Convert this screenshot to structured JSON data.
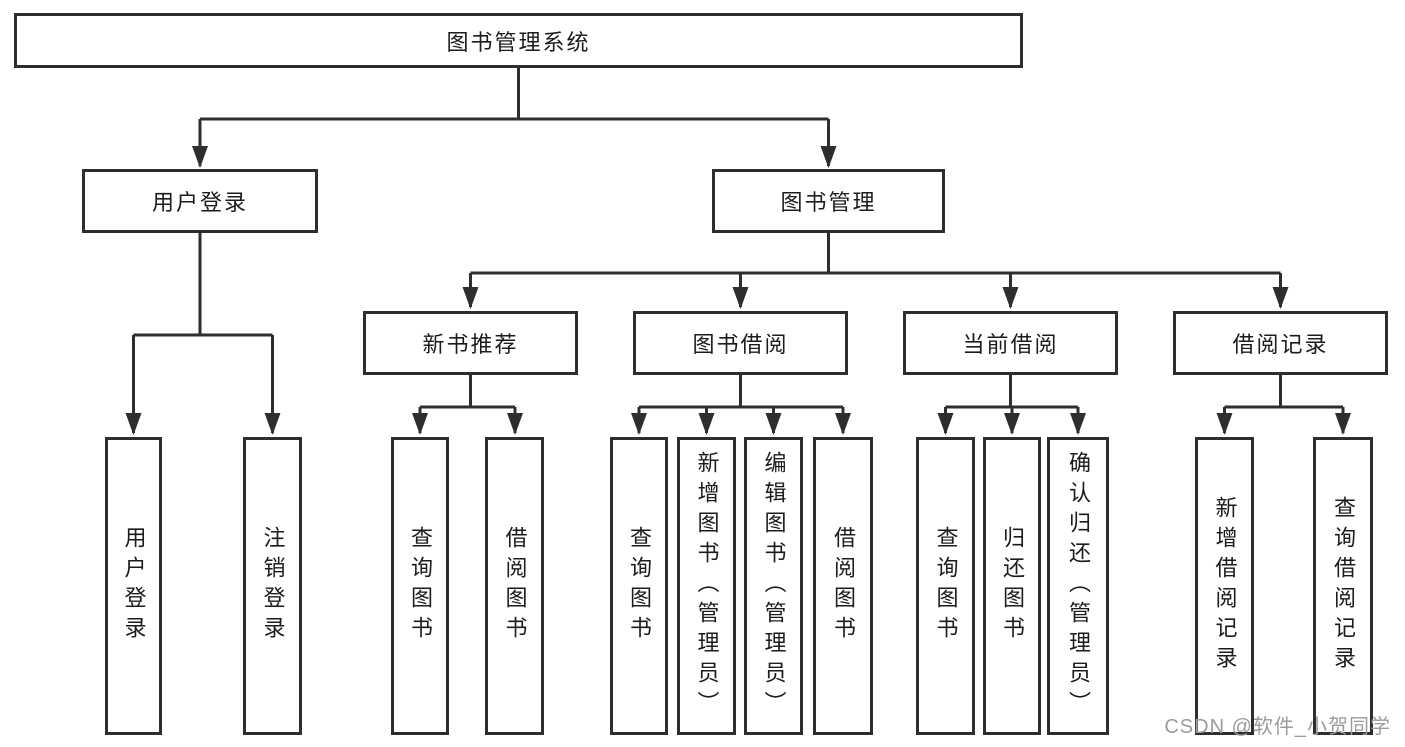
{
  "diagram": {
    "title": "图书管理系统",
    "root": {
      "label": "图书管理系统"
    },
    "branches": [
      {
        "label": "用户登录",
        "leaves": [
          "用户登录",
          "注销登录"
        ]
      },
      {
        "label": "图书管理",
        "groups": [
          {
            "label": "新书推荐",
            "leaves": [
              "查询图书",
              "借阅图书"
            ]
          },
          {
            "label": "图书借阅",
            "leaves": [
              "查询图书",
              "新增图书（管理员）",
              "编辑图书（管理员）",
              "借阅图书"
            ]
          },
          {
            "label": "当前借阅",
            "leaves": [
              "查询图书",
              "归还图书",
              "确认归还（管理员）"
            ]
          },
          {
            "label": "借阅记录",
            "leaves": [
              "新增借阅记录",
              "查询借阅记录"
            ]
          }
        ]
      }
    ]
  },
  "colors": {
    "line": "#2e2e2e",
    "text": "#1c1c1c",
    "box_background": "#ffffff",
    "watermark": "#9b9b9b",
    "page_background": "#ffffff"
  },
  "watermark": "CSDN @软件_小贺同学"
}
